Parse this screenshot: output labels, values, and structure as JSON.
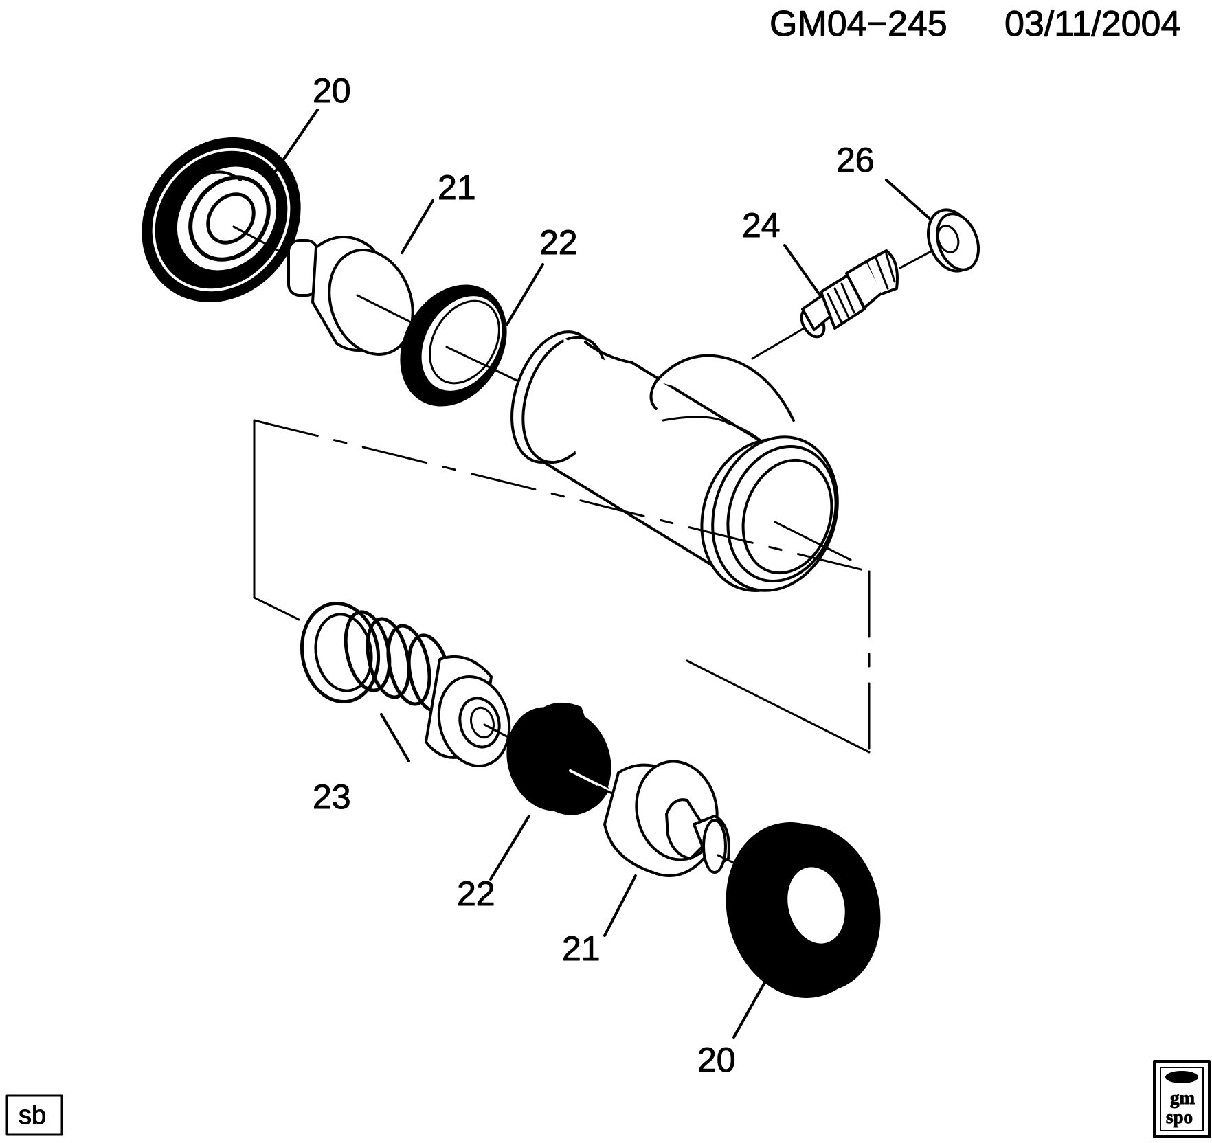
{
  "header": {
    "drawing_id": "GM04−245",
    "date": "03/11/2004"
  },
  "callouts": {
    "c20_top": "20",
    "c21_top": "21",
    "c22_top": "22",
    "c26": "26",
    "c24": "24",
    "c23": "23",
    "c22_bottom": "22",
    "c21_bottom": "21",
    "c20_bottom": "20"
  },
  "footer": {
    "sb_badge": "sb",
    "logo_line1": "gm",
    "logo_line2": "spo"
  },
  "colors": {
    "ink": "#000000",
    "paper": "#ffffff"
  }
}
